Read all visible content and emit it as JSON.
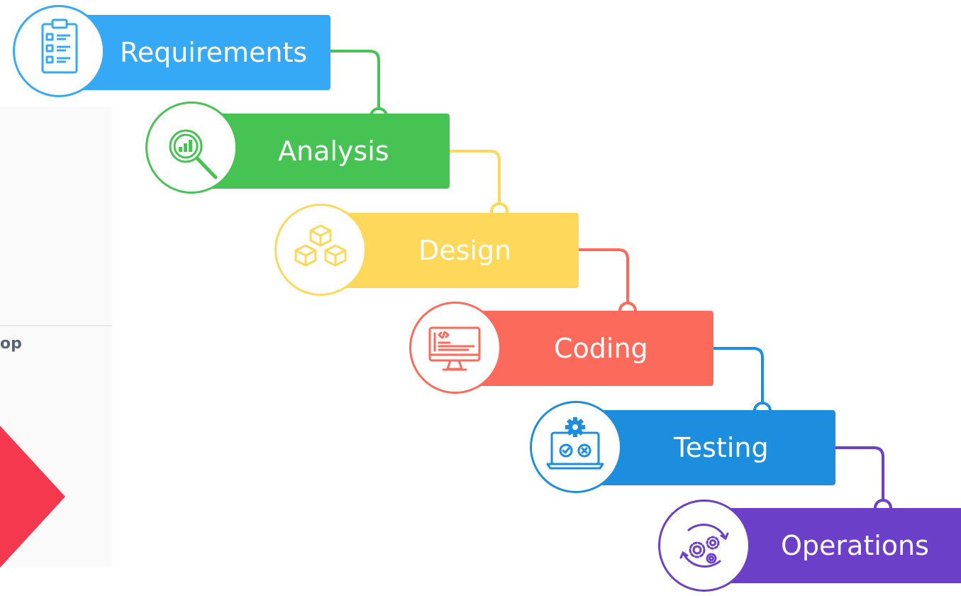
{
  "left_fragment": {
    "text": "op"
  },
  "steps": [
    {
      "label": "Requirements",
      "color": "#35a9f5",
      "icon": "clipboard-checklist-icon"
    },
    {
      "label": "Analysis",
      "color": "#47c354",
      "icon": "magnifier-chart-icon"
    },
    {
      "label": "Design",
      "color": "#fdd85a",
      "icon": "cubes-icon"
    },
    {
      "label": "Coding",
      "color": "#fc6a5b",
      "icon": "monitor-code-icon"
    },
    {
      "label": "Testing",
      "color": "#1d8ddd",
      "icon": "laptop-gear-icon"
    },
    {
      "label": "Operations",
      "color": "#6c3fc8",
      "icon": "gears-cycle-icon"
    }
  ]
}
